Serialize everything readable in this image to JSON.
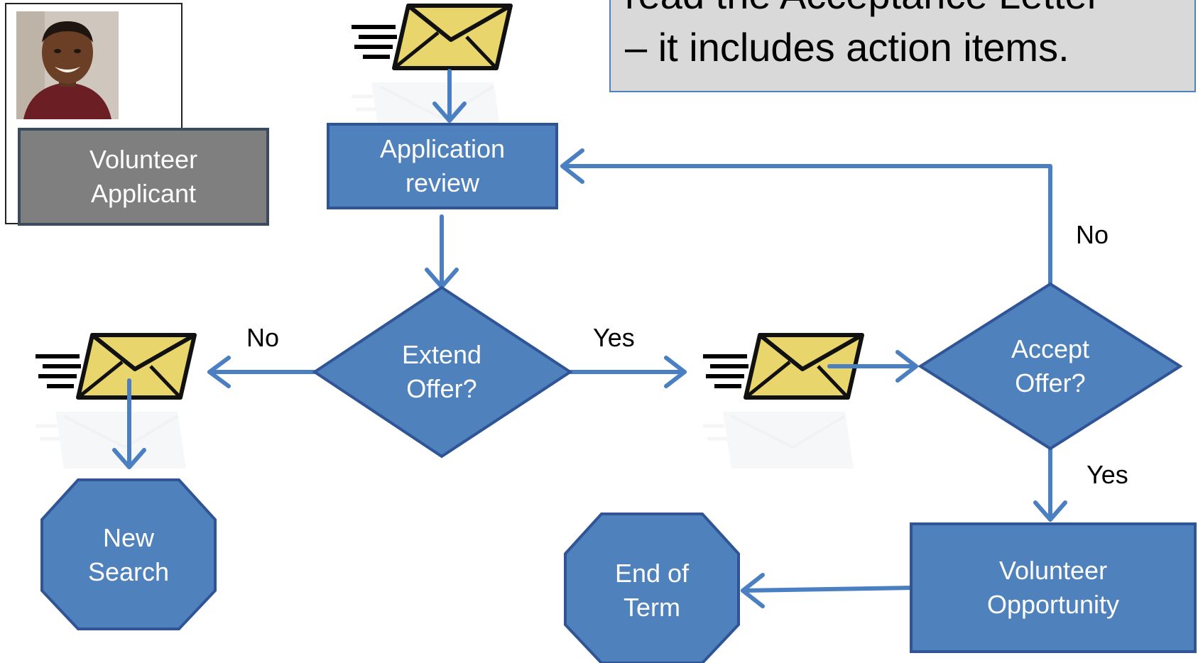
{
  "callout": {
    "line1": "read the Acceptance Letter",
    "line2": "– it includes action items."
  },
  "applicant": {
    "line1": "Volunteer",
    "line2": "Applicant"
  },
  "nodes": {
    "application_review": {
      "line1": "Application",
      "line2": "review"
    },
    "extend_offer": {
      "line1": "Extend",
      "line2": "Offer?"
    },
    "accept_offer": {
      "line1": "Accept",
      "line2": "Offer?"
    },
    "new_search": {
      "line1": "New",
      "line2": "Search"
    },
    "end_of_term": {
      "line1": "End of",
      "line2": "Term"
    },
    "volunteer_opportunity": {
      "line1": "Volunteer",
      "line2": "Opportunity"
    }
  },
  "edge_labels": {
    "extend_no": "No",
    "extend_yes": "Yes",
    "accept_no": "No",
    "accept_yes": "Yes"
  },
  "colors": {
    "node_fill": "#4f81bd",
    "node_stroke": "#2f5597",
    "arrow": "#4a7fc1",
    "envelope_fill": "#e8d56b",
    "callout_fill": "#d9d9d9",
    "applicant_fill": "#7f7f7f"
  },
  "icons": [
    "envelope-icon",
    "person-photo"
  ]
}
